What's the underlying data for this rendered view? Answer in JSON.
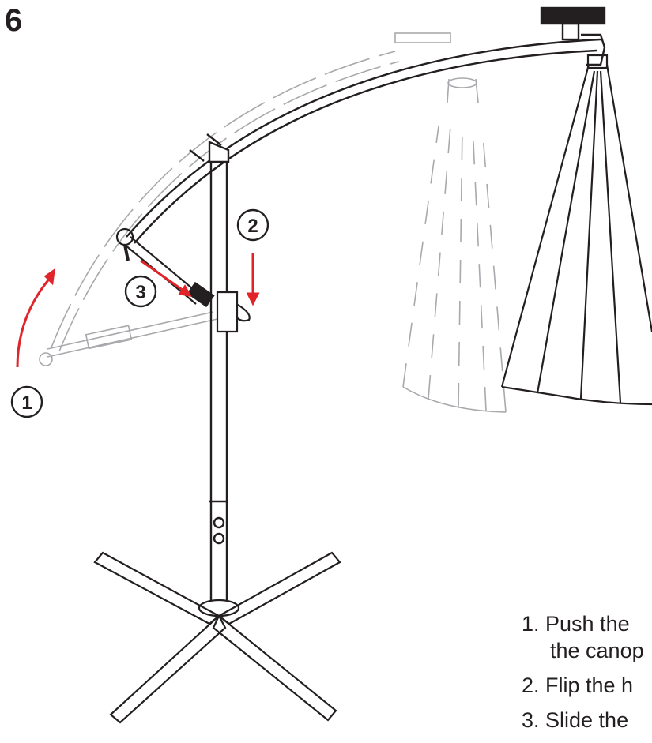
{
  "step_number": "6",
  "callouts": [
    "1",
    "2",
    "3"
  ],
  "instructions": {
    "line1": "1. Push  the",
    "line1b": "the canop",
    "line2": "2. Flip the h",
    "line3": "3. Slide the"
  },
  "colors": {
    "line": "#231f20",
    "arrow": "#e0242a",
    "ghost": "#a7a9ac"
  },
  "icons": [
    "base-stand-icon",
    "pole-icon",
    "arm-icon",
    "canopy-icon",
    "handle-icon"
  ]
}
